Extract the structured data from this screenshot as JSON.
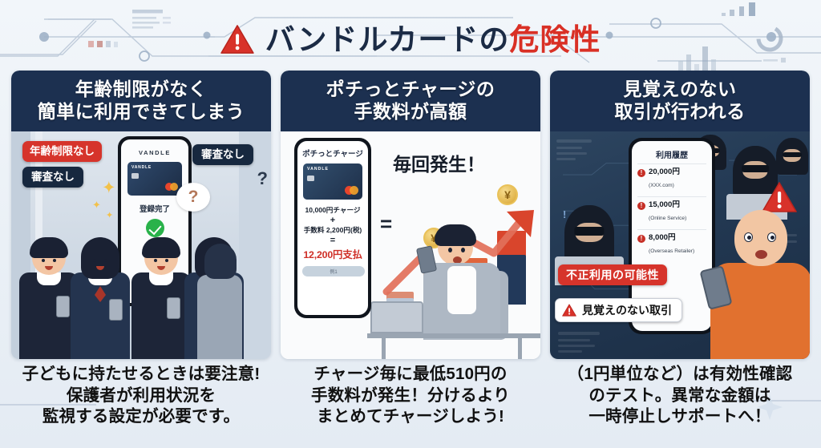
{
  "meta": {
    "background_color": "#eef3f8",
    "accent_red": "#d93025",
    "panel_header_navy": "#1c3050"
  },
  "header": {
    "warning_icon": "warning-triangle-icon",
    "title_prefix": "バンドルカードの",
    "title_highlight": "危険性"
  },
  "panels": [
    {
      "id": "panel-1",
      "heading_line1": "年齢制限がなく",
      "heading_line2": "簡単に利用できてしまう",
      "art": {
        "badge_age": "年齢制限なし",
        "badge_screen_left": "審査なし",
        "badge_screen_right": "審査なし",
        "phone_brand": "VANDLE",
        "phone_card_name": "VANDLE",
        "phone_status": "登録完了",
        "question_bubble": "?",
        "adult_question": "?",
        "check_icon": "green-check-icon"
      },
      "caption_line1": "子どもに持たせるときは要注意!",
      "caption_line2": "保護者が利用状況を",
      "caption_line3": "監視する設定が必要です。"
    },
    {
      "id": "panel-2",
      "heading_line1": "ポチっとチャージの",
      "heading_line2": "手数料が高額",
      "art": {
        "phone_title": "ポチっとチャージ",
        "card_name": "VANDLE",
        "line_charge": "10,000円チャージ",
        "operator_plus": "+",
        "line_fee": "手数料 2,200円(税)",
        "operator_equals": "=",
        "line_total": "12,200円支払",
        "phone_button": "例1",
        "equals_big": "=",
        "chart_label": "毎回発生！",
        "coin_symbol": "¥"
      },
      "caption_line1": "チャージ毎に最低510円の",
      "caption_line2": "手数料が発生！分けるより",
      "caption_line3": "まとめてチャージしよう!"
    },
    {
      "id": "panel-3",
      "heading_line1": "見覚えのない",
      "heading_line2": "取引が行われる",
      "art": {
        "phone_header": "利用履歴",
        "transactions": [
          {
            "amount": "20,000円",
            "source": "(XXX.com)",
            "alert": "!"
          },
          {
            "amount": "15,000円",
            "source": "(Online Service)",
            "alert": "!"
          },
          {
            "amount": "8,000円",
            "source": "(Overseas Retailer)",
            "alert": "!"
          }
        ],
        "badge_fraud": "不正利用の可能性",
        "badge_unknown": "見覚えのない取引",
        "badge_unknown_icon": "warning-triangle-icon"
      },
      "caption_line1": "（1円単位など）は有効性確認",
      "caption_line2": "のテスト。異常な金額は",
      "caption_line3": "一時停止しサポートへ！"
    }
  ]
}
